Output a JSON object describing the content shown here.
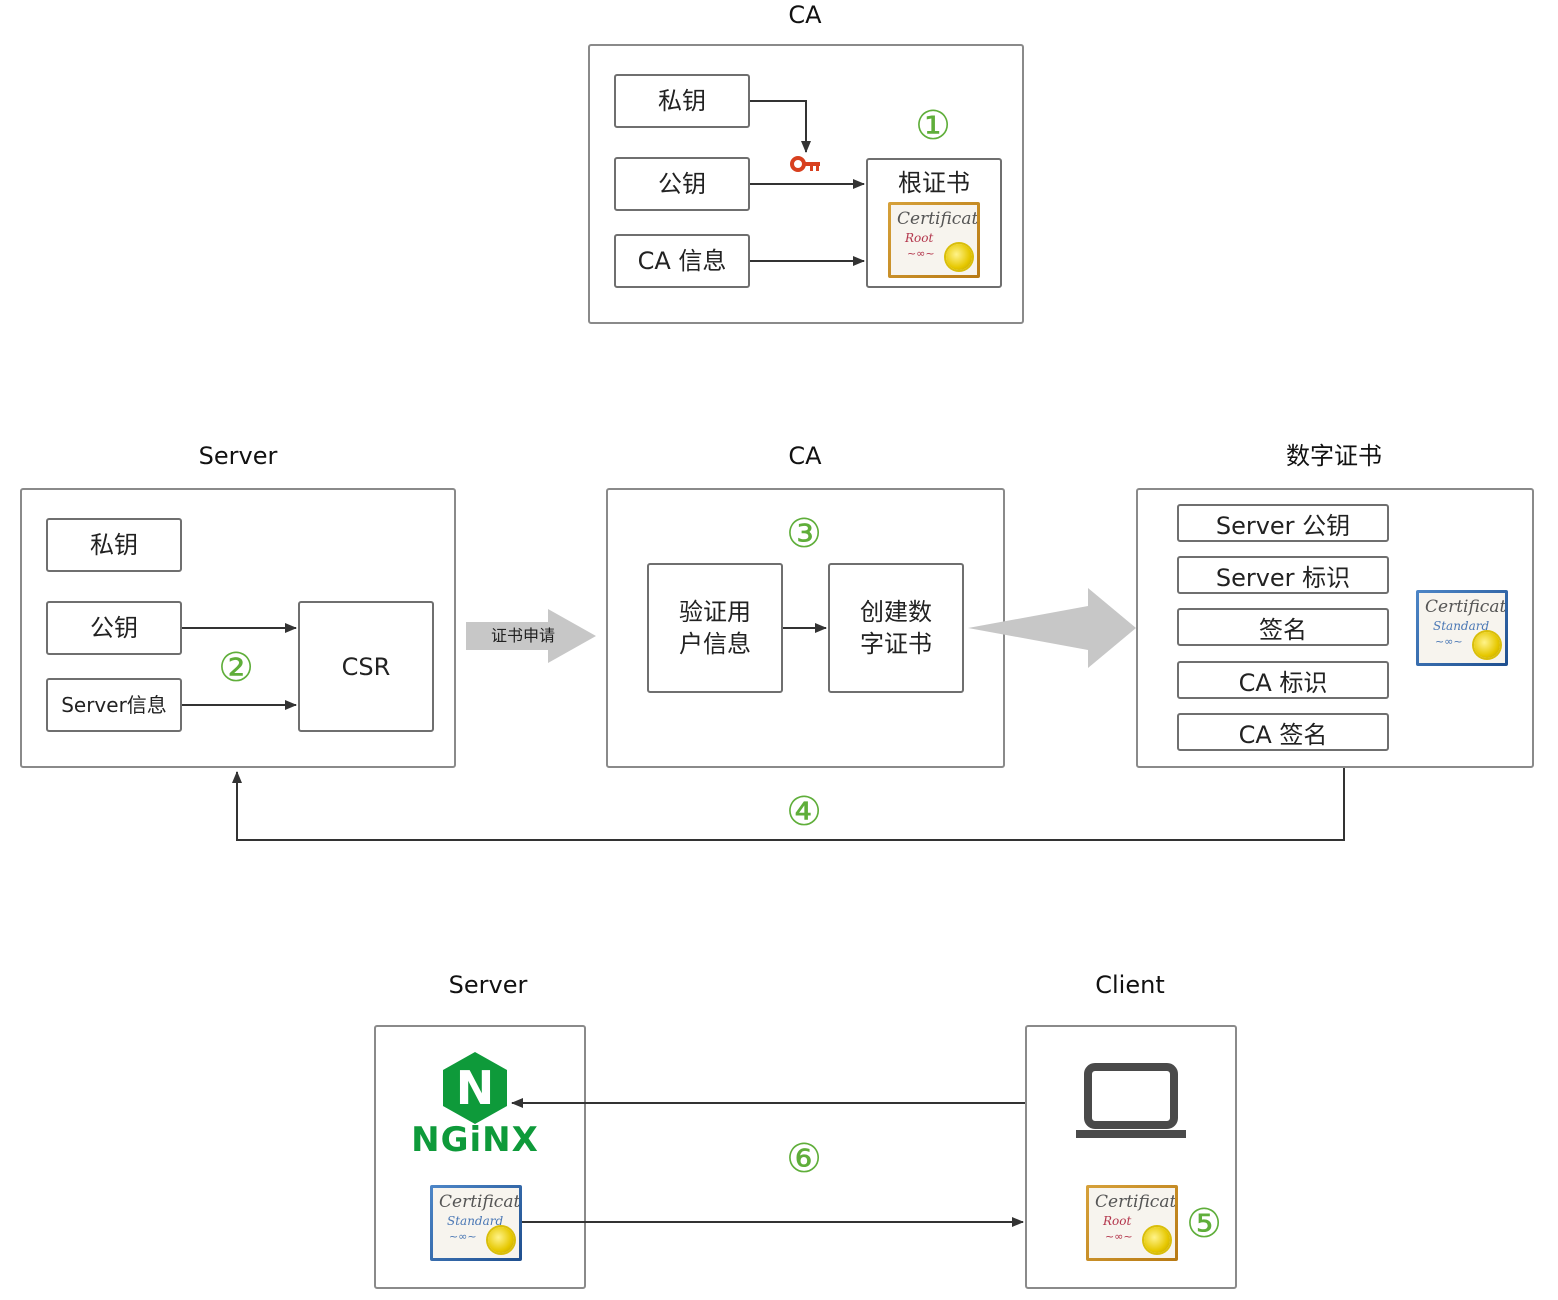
{
  "top": {
    "title": "CA",
    "private_key": "私钥",
    "public_key": "公钥",
    "ca_info": "CA 信息",
    "root_cert": "根证书",
    "step": "①",
    "key_icon": "key-icon"
  },
  "middle": {
    "server_title": "Server",
    "ca_title": "CA",
    "digital_cert_title": "数字证书",
    "private_key": "私钥",
    "public_key": "公钥",
    "server_info": "Server信息",
    "csr": "CSR",
    "request_label": "证书申请",
    "verify": "验证用户信息",
    "create": "创建数字证书",
    "fields": [
      "Server 公钥",
      "Server 标识",
      "签名",
      "CA 标识",
      "CA 签名"
    ],
    "step2": "②",
    "step3": "③",
    "step4": "④"
  },
  "bottom": {
    "server_title": "Server",
    "client_title": "Client",
    "nginx_label": "NGiNX",
    "nginx_letter": "N",
    "step5": "⑤",
    "step6": "⑥"
  },
  "certificate": {
    "word": "Certificate",
    "root_sub": "Root",
    "standard_sub": "Standard"
  },
  "colors": {
    "step_green": "#5fae3a",
    "nginx_green": "#0e9a3a",
    "key_red": "#d8401f",
    "root_frame": "#c98d25",
    "standard_frame": "#2f63a8"
  }
}
